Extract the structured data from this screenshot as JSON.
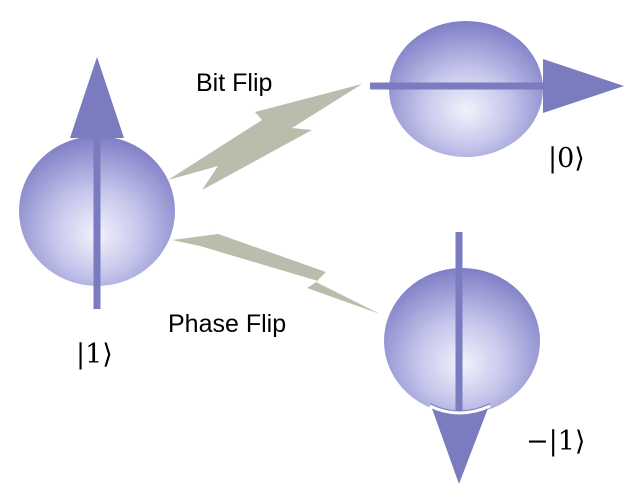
{
  "labels": {
    "bit_flip": "Bit Flip",
    "phase_flip": "Phase Flip"
  },
  "states": {
    "initial": "|1⟩",
    "after_bit_flip": "|0⟩",
    "after_phase_flip": "−|1⟩"
  },
  "colors": {
    "sphere_light": "#eeeefa",
    "sphere_mid": "#b0b0e2",
    "sphere_dark": "#7e7ec6",
    "arrow": "#7b7bc0",
    "bolt": "#bcbcad",
    "text": "#000000"
  }
}
